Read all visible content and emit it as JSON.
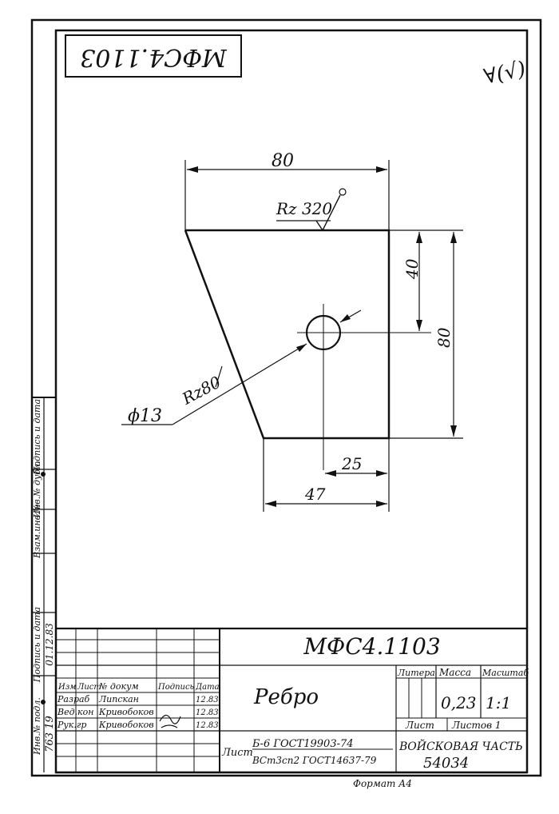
{
  "designation_stamp": "МФС4.1103",
  "roughness_symbol": "∀(√)",
  "dimensions": {
    "top_width": "80",
    "roughness": "Rz 320",
    "hole_offset": "40",
    "height": "80",
    "hole_diameter": "ϕ13",
    "hole_roughness": "Rz80",
    "hole_from_right": "25",
    "bottom_width": "47"
  },
  "side_strip": {
    "inv_podl": "Инв.№ подл.",
    "podp_data": "Подпись и дата",
    "vzam_inv": "Взам.инв.№",
    "inv_dubl": "Инв.№ дубл.",
    "podp_data2": "Подпись и дата",
    "inv_number": "763 19",
    "date_value": "01.12.83"
  },
  "title_block": {
    "designation": "МФС4.1103",
    "part_name": "Ребро",
    "headers": {
      "izm": "Изм",
      "list": "Лист",
      "doc_no": "№ докум",
      "sign": "Подпись",
      "date": "Дата"
    },
    "roles": [
      "Разраб",
      "Вед.кон",
      "Рук.гр"
    ],
    "names": [
      "Липскан",
      "Кривобоков",
      "Кривобоков"
    ],
    "dates": [
      "12.83",
      "12.83",
      "12.83"
    ],
    "material_label": "Лист",
    "material_line1": "Б-6 ГОСТ19903-74",
    "material_line2": "ВСт3сп2 ГОСТ14637-79",
    "litera_label": "Литера",
    "mass_label": "Масса",
    "scale_label": "Масштаб",
    "mass_value": "0,23",
    "scale_value": "1:1",
    "sheet_label": "Лист",
    "sheets_label": "Листов 1",
    "organization": "ВОЙСКОВАЯ ЧАСТЬ",
    "org_number": "54034",
    "format": "Формат А4"
  }
}
